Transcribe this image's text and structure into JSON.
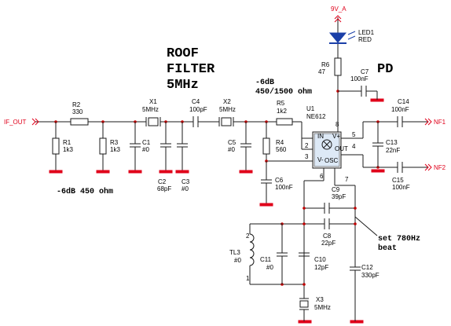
{
  "title": {
    "line1": "ROOF",
    "line2": "FILTER",
    "line3": "5MHz",
    "pd": "PD"
  },
  "notes": {
    "db450": "-6dB 450 ohm",
    "db450_1500_a": "-6dB",
    "db450_1500_b": "450/1500 ohm",
    "beat_a": "set 780Hz",
    "beat_b": "beat"
  },
  "nets": {
    "if_out": "IF_OUT",
    "nf1": "NF1",
    "nf2": "NF2",
    "supply": "9V_A"
  },
  "components": {
    "R2": {
      "ref": "R2",
      "val": "330"
    },
    "R1": {
      "ref": "R1",
      "val": "1k3"
    },
    "R3": {
      "ref": "R3",
      "val": "1k3"
    },
    "C1": {
      "ref": "C1",
      "val": "#0"
    },
    "X1": {
      "ref": "X1",
      "val": "5MHz"
    },
    "C2": {
      "ref": "C2",
      "val": "68pF"
    },
    "C3": {
      "ref": "C3",
      "val": "#0"
    },
    "C4": {
      "ref": "C4",
      "val": "100pF"
    },
    "X2": {
      "ref": "X2",
      "val": "5MHz"
    },
    "C5": {
      "ref": "C5",
      "val": "#0"
    },
    "R5": {
      "ref": "R5",
      "val": "1k2"
    },
    "R4": {
      "ref": "R4",
      "val": "560"
    },
    "C6": {
      "ref": "C6",
      "val": "100nF"
    },
    "U1": {
      "ref": "U1",
      "val": "NE612"
    },
    "R6": {
      "ref": "R6",
      "val": "47"
    },
    "LED1": {
      "ref": "LED1",
      "val": "RED"
    },
    "C7": {
      "ref": "C7",
      "val": "100nF"
    },
    "C14": {
      "ref": "C14",
      "val": "100nF"
    },
    "C13": {
      "ref": "C13",
      "val": "22nF"
    },
    "C15": {
      "ref": "C15",
      "val": "100nF"
    },
    "C9": {
      "ref": "C9",
      "val": "39pF"
    },
    "C8": {
      "ref": "C8",
      "val": "22pF"
    },
    "TL3": {
      "ref": "TL3",
      "val": "#0"
    },
    "C11": {
      "ref": "C11",
      "val": "#0"
    },
    "C10": {
      "ref": "C10",
      "val": "12pF"
    },
    "C12": {
      "ref": "C12",
      "val": "330pF"
    },
    "X3": {
      "ref": "X3",
      "val": "5MHz"
    }
  },
  "pins": {
    "p1": "1",
    "p2": "2",
    "p3": "3",
    "p4": "4",
    "p5": "5",
    "p6": "6",
    "p7": "7",
    "p8": "8",
    "tl1": "1",
    "tl2": "2",
    "in": "IN",
    "out": "OUT",
    "osc": "OSC",
    "vplus": "V+",
    "vminus": "V-"
  }
}
